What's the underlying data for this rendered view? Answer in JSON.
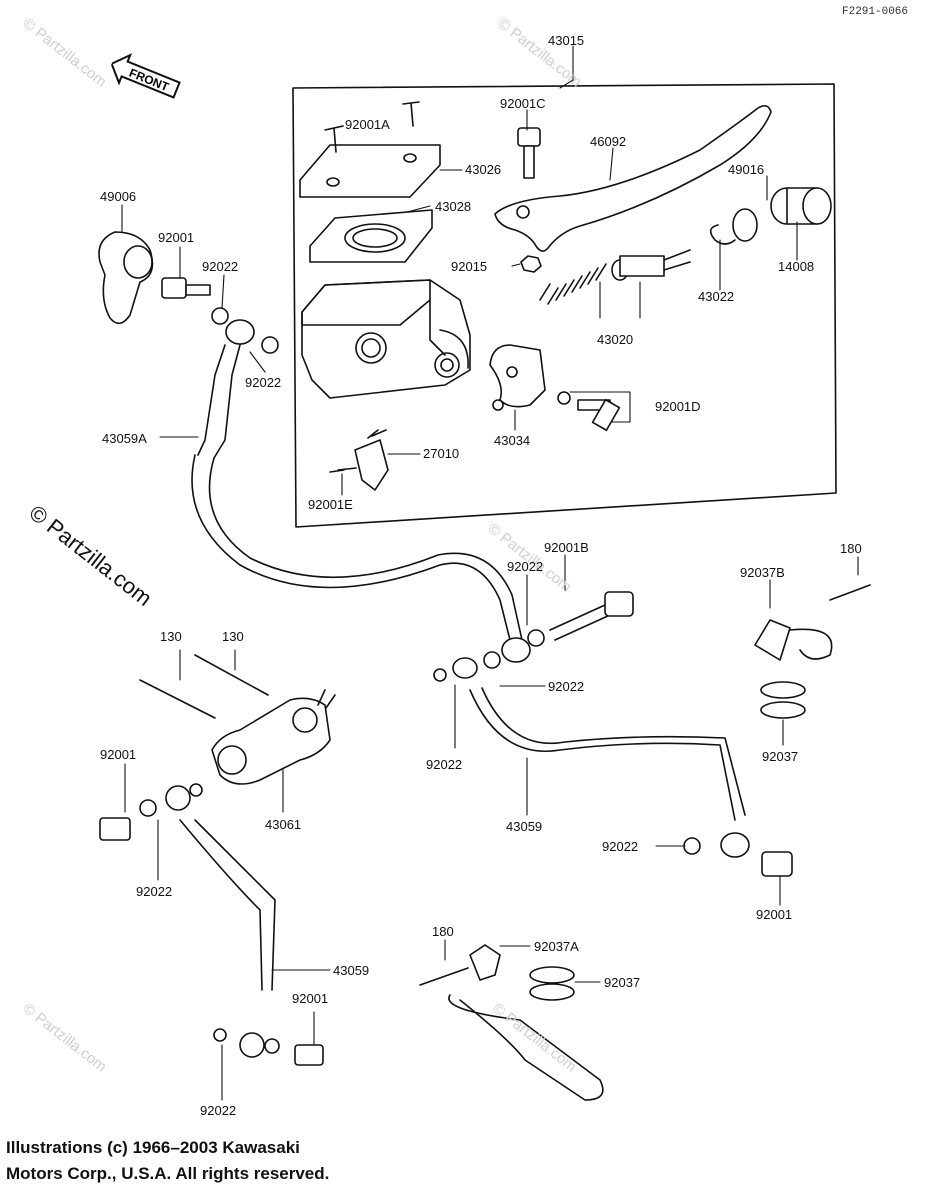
{
  "diagram": {
    "ref_code": "F2291-0066",
    "front_label": "FRONT",
    "watermark_big": "© Partzilla.com",
    "watermark_small": "© Partzilla.com",
    "copyright_line1": "Illustrations (c) 1966–2003 Kawasaki",
    "copyright_line2": "Motors Corp., U.S.A.  All rights reserved.",
    "labels": [
      {
        "id": "43015",
        "text": "43015"
      },
      {
        "id": "92001C",
        "text": "92001C"
      },
      {
        "id": "92001A",
        "text": "92001A"
      },
      {
        "id": "46092",
        "text": "46092"
      },
      {
        "id": "43026",
        "text": "43026"
      },
      {
        "id": "49016",
        "text": "49016"
      },
      {
        "id": "43028",
        "text": "43028"
      },
      {
        "id": "49006",
        "text": "49006"
      },
      {
        "id": "92001_a",
        "text": "92001"
      },
      {
        "id": "92022_a",
        "text": "92022"
      },
      {
        "id": "92015",
        "text": "92015"
      },
      {
        "id": "43022",
        "text": "43022"
      },
      {
        "id": "14008",
        "text": "14008"
      },
      {
        "id": "43020",
        "text": "43020"
      },
      {
        "id": "92022_b",
        "text": "92022"
      },
      {
        "id": "92001D",
        "text": "92001D"
      },
      {
        "id": "43059A",
        "text": "43059A"
      },
      {
        "id": "43034",
        "text": "43034"
      },
      {
        "id": "27010",
        "text": "27010"
      },
      {
        "id": "92001E",
        "text": "92001E"
      },
      {
        "id": "92001B",
        "text": "92001B"
      },
      {
        "id": "92022_c",
        "text": "92022"
      },
      {
        "id": "180_a",
        "text": "180"
      },
      {
        "id": "92037B",
        "text": "92037B"
      },
      {
        "id": "130_a",
        "text": "130"
      },
      {
        "id": "130_b",
        "text": "130"
      },
      {
        "id": "92022_d",
        "text": "92022"
      },
      {
        "id": "92022_e",
        "text": "92022"
      },
      {
        "id": "92037_a",
        "text": "92037"
      },
      {
        "id": "92001_b",
        "text": "92001"
      },
      {
        "id": "43061",
        "text": "43061"
      },
      {
        "id": "43059_a",
        "text": "43059"
      },
      {
        "id": "92022_f",
        "text": "92022"
      },
      {
        "id": "92022_g",
        "text": "92022"
      },
      {
        "id": "92001_c",
        "text": "92001"
      },
      {
        "id": "180_b",
        "text": "180"
      },
      {
        "id": "92037A",
        "text": "92037A"
      },
      {
        "id": "43059_b",
        "text": "43059"
      },
      {
        "id": "92037_b",
        "text": "92037"
      },
      {
        "id": "92001_d",
        "text": "92001"
      },
      {
        "id": "92022_h",
        "text": "92022"
      }
    ]
  }
}
